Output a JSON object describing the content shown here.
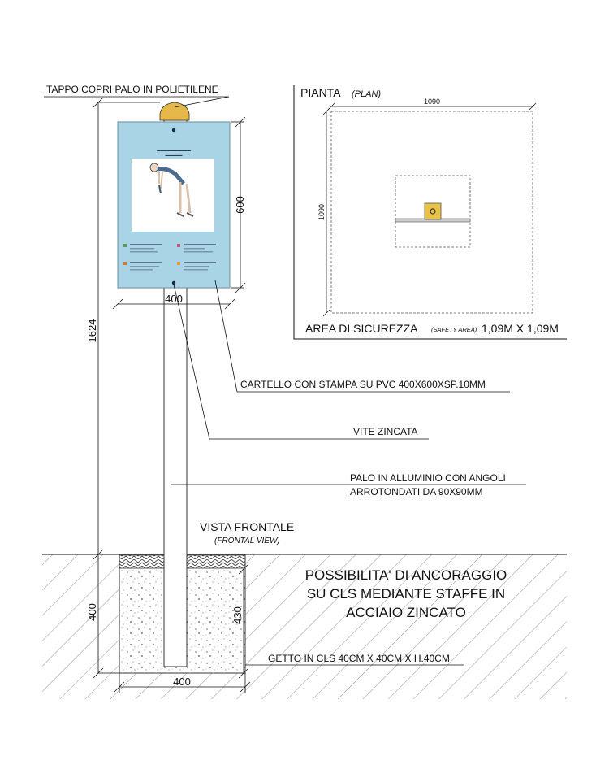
{
  "labels": {
    "cap": "TAPPO COPRI PALO IN POLIETILENE",
    "sign": "CARTELLO CON STAMPA SU PVC 400X600XSP.10MM",
    "screw": "VITE ZINCATA",
    "pole_line1": "PALO IN ALLUMINIO CON ANGOLI",
    "pole_line2": "ARROTONDATI DA 90X90MM",
    "frontal_view": "VISTA FRONTALE",
    "frontal_view_en": "(FRONTAL VIEW)",
    "anchoring_line1": "POSSIBILITA' DI ANCORAGGIO",
    "anchoring_line2": "SU CLS MEDIANTE STAFFE IN",
    "anchoring_line3": "ACCIAIO ZINCATO",
    "concrete": "GETTO IN CLS 40CM X 40CM X H.40CM"
  },
  "dimensions": {
    "sign_height": "600",
    "sign_width": "400",
    "total_height": "1624",
    "foundation_depth": "400",
    "pole_burial": "430",
    "foundation_width": "400"
  },
  "plan": {
    "title": "PIANTA",
    "title_en": "(PLAN)",
    "width": "1090",
    "height": "1090",
    "safety_label": "AREA DI SICUREZZA",
    "safety_label_en": "(SAFETY AREA)",
    "safety_value": "1,09M X 1,09M"
  },
  "colors": {
    "sign_bg": "#a8d4e6",
    "cap": "#e6b84a",
    "post_top": "#e8c347",
    "line": "#111111"
  }
}
